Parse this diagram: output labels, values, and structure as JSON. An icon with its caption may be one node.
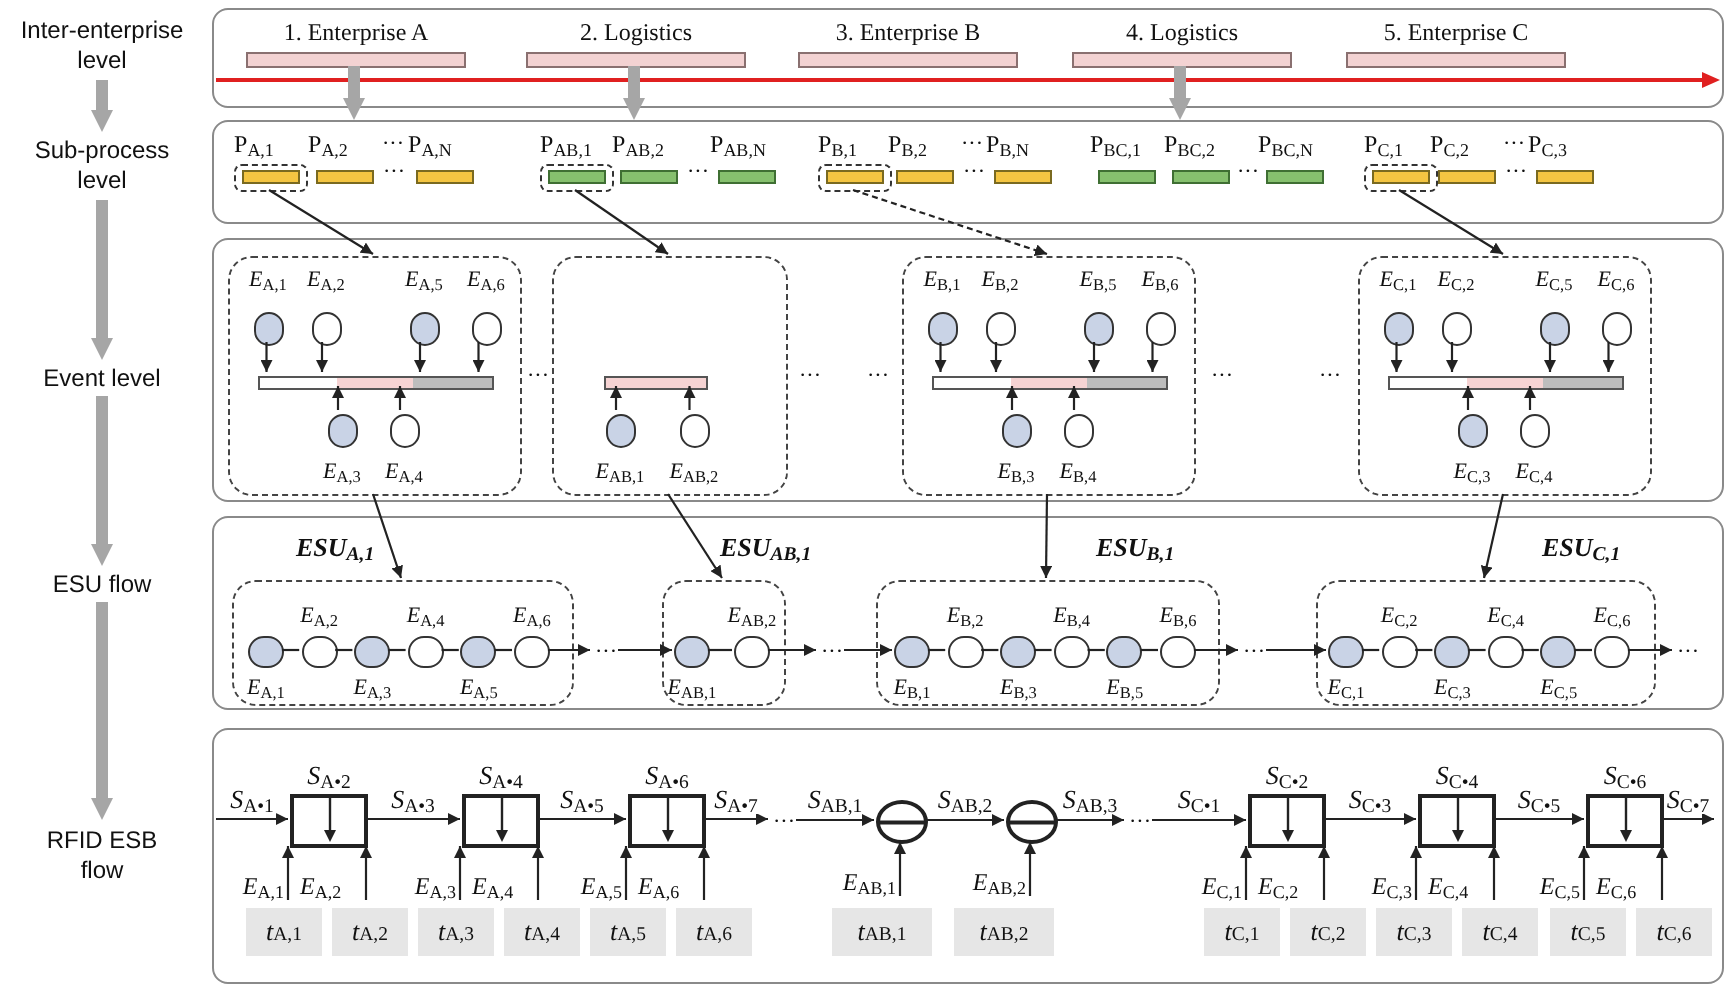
{
  "diagram": {
    "nodes": [
      {
        "text": [
          "Inter-enterprise level"
        ]
      },
      {
        "text": [
          "Sub-process level"
        ]
      },
      {
        "text": [
          "Event level"
        ]
      },
      {
        "text": [
          "ESU flow"
        ]
      },
      {
        "text": [
          "RFID ESB flow"
        ]
      },
      {
        "text": [],
        "shape": "box"
      },
      {
        "text": [],
        "shape": "box"
      },
      {
        "text": [],
        "shape": "box"
      },
      {
        "text": [],
        "shape": "box"
      },
      {
        "text": [],
        "shape": "box"
      },
      {
        "text": [
          "1. Enterprise A"
        ],
        "in": 5
      },
      {
        "text": [
          "2. Logistics"
        ],
        "in": 5
      },
      {
        "text": [
          "3. Enterprise B"
        ],
        "in": 5
      },
      {
        "text": [
          "4. Logistics"
        ],
        "in": 5
      },
      {
        "text": [
          "5. Enterprise C"
        ],
        "in": 5
      },
      {
        "text": [
          "P$_{A,1}$"
        ],
        "in": 6
      },
      {
        "text": [
          "P$_{A,2}$"
        ],
        "in": 6
      },
      {
        "text": [
          "P$_{A,N}$"
        ],
        "in": 6
      },
      {
        "text": [
          "P$_{AB,1}$"
        ],
        "in": 6
      },
      {
        "text": [
          "P$_{AB,2}$"
        ],
        "in": 6
      },
      {
        "text": [
          "P$_{AB,N}$"
        ],
        "in": 6
      },
      {
        "text": [
          "P$_{B,1}$"
        ],
        "in": 6
      },
      {
        "text": [
          "P$_{B,2}$"
        ],
        "in": 6
      },
      {
        "text": [
          "P$_{B,N}$"
        ],
        "in": 6
      },
      {
        "text": [
          "P$_{BC,1}$"
        ],
        "in": 6
      },
      {
        "text": [
          "P$_{BC,2}$"
        ],
        "in": 6
      },
      {
        "text": [
          "P$_{BC,N}$"
        ],
        "in": 6
      },
      {
        "text": [
          "P$_{C,1}$"
        ],
        "in": 6
      },
      {
        "text": [
          "P$_{C,2}$"
        ],
        "in": 6
      },
      {
        "text": [
          "P$_{C,3}$"
        ],
        "in": 6
      },
      {
        "text": [],
        "shape": "box",
        "in": 7
      },
      {
        "text": [
          "*E*$_{A,1}$"
        ],
        "in": 30
      },
      {
        "text": [
          "*E*$_{A,2}$"
        ],
        "in": 30
      },
      {
        "text": [
          "*E*$_{A,5}$"
        ],
        "in": 30
      },
      {
        "text": [
          "*E*$_{A,6}$"
        ],
        "in": 30
      },
      {
        "text": [],
        "shape": "bar",
        "in": 30
      },
      {
        "text": [
          "*E*$_{A,3}$"
        ],
        "in": 30
      },
      {
        "text": [
          "*E*$_{A,4}$"
        ],
        "in": 30
      },
      {
        "text": [],
        "shape": "box",
        "in": 7
      },
      {
        "text": [],
        "shape": "bar",
        "in": 38
      },
      {
        "text": [
          "*E*$_{AB,1}$"
        ],
        "in": 38
      },
      {
        "text": [
          "*E*$_{AB,2}$"
        ],
        "in": 38
      },
      {
        "text": [],
        "shape": "box",
        "in": 7
      },
      {
        "text": [
          "*E*$_{B,1}$"
        ],
        "in": 42
      },
      {
        "text": [
          "*E*$_{B,2}$"
        ],
        "in": 42
      },
      {
        "text": [
          "*E*$_{B,5}$"
        ],
        "in": 42
      },
      {
        "text": [
          "*E*$_{B,6}$"
        ],
        "in": 42
      },
      {
        "text": [],
        "shape": "bar",
        "in": 42
      },
      {
        "text": [
          "*E*$_{B,3}$"
        ],
        "in": 42
      },
      {
        "text": [
          "*E*$_{B,4}$"
        ],
        "in": 42
      },
      {
        "text": [],
        "shape": "box",
        "in": 7
      },
      {
        "text": [
          "*E*$_{C,1}$"
        ],
        "in": 50
      },
      {
        "text": [
          "*E*$_{C,2}$"
        ],
        "in": 50
      },
      {
        "text": [
          "*E*$_{C,5}$"
        ],
        "in": 50
      },
      {
        "text": [
          "*E*$_{C,6}$"
        ],
        "in": 50
      },
      {
        "text": [],
        "shape": "bar",
        "in": 50
      },
      {
        "text": [
          "*E*$_{C,3}$"
        ],
        "in": 50
      },
      {
        "text": [
          "*E*$_{C,4}$"
        ],
        "in": 50
      },
      {
        "text": [
          "ESU$_{A,1}$"
        ],
        "in": 8
      },
      {
        "text": [
          "*E*$_{A,1}$"
        ],
        "in": 58
      },
      {
        "text": [
          "*E*$_{A,2}$"
        ],
        "in": 58
      },
      {
        "text": [
          "*E*$_{A,3}$"
        ],
        "in": 58
      },
      {
        "text": [
          "*E*$_{A,4}$"
        ],
        "in": 58
      },
      {
        "text": [
          "*E*$_{A,5}$"
        ],
        "in": 58
      },
      {
        "text": [
          "*E*$_{A,6}$"
        ],
        "in": 58
      },
      {
        "text": [
          "ESU$_{AB,1}$"
        ],
        "in": 8
      },
      {
        "text": [
          "*E*$_{AB,1}$"
        ],
        "in": 65
      },
      {
        "text": [
          "*E*$_{AB,2}$"
        ],
        "in": 65
      },
      {
        "text": [
          "ESU$_{B,1}$"
        ],
        "in": 8
      },
      {
        "text": [
          "*E*$_{B,1}$"
        ],
        "in": 68
      },
      {
        "text": [
          "*E*$_{B,2}$"
        ],
        "in": 68
      },
      {
        "text": [
          "*E*$_{B,3}$"
        ],
        "in": 68
      },
      {
        "text": [
          "*E*$_{B,4}$"
        ],
        "in": 68
      },
      {
        "text": [
          "*E*$_{B,5}$"
        ],
        "in": 68
      },
      {
        "text": [
          "*E*$_{B,6}$"
        ],
        "in": 68
      },
      {
        "text": [
          "ESU$_{C,1}$"
        ],
        "in": 8
      },
      {
        "text": [
          "*E*$_{C,1}$"
        ],
        "in": 75
      },
      {
        "text": [
          "*E*$_{C,2}$"
        ],
        "in": 75
      },
      {
        "text": [
          "*E*$_{C,3}$"
        ],
        "in": 75
      },
      {
        "text": [
          "*E*$_{C,4}$"
        ],
        "in": 75
      },
      {
        "text": [
          "*E*$_{C,5}$"
        ],
        "in": 75
      },
      {
        "text": [
          "*E*$_{C,6}$"
        ],
        "in": 75
      },
      {
        "text": [],
        "shape": "box",
        "in": 9,
        "beside": [
          "*S*$_{A•2}$"
        ]
      },
      {
        "text": [
          "*E*$_{A,1}$"
        ],
        "in": 9
      },
      {
        "text": [
          "*E*$_{A,2}$"
        ],
        "in": 9
      },
      {
        "text": [],
        "shape": "box",
        "in": 9,
        "beside": [
          "*S*$_{A•4}$"
        ]
      },
      {
        "text": [
          "*E*$_{A,3}$"
        ],
        "in": 9
      },
      {
        "text": [
          "*E*$_{A,4}$"
        ],
        "in": 9
      },
      {
        "text": [],
        "shape": "box",
        "in": 9,
        "beside": [
          "*S*$_{A•6}$"
        ]
      },
      {
        "text": [
          "*E*$_{A,5}$"
        ],
        "in": 9
      },
      {
        "text": [
          "*E*$_{A,6}$"
        ],
        "in": 9
      },
      {
        "text": [],
        "shape": "ellipse",
        "in": 9
      },
      {
        "text": [
          "*E*$_{AB,1}$"
        ],
        "in": 9
      },
      {
        "text": [],
        "shape": "ellipse",
        "in": 9
      },
      {
        "text": [
          "*E*$_{AB,2}$"
        ],
        "in": 9
      },
      {
        "text": [],
        "shape": "box",
        "in": 9,
        "beside": [
          "*S*$_{C•2}$"
        ]
      },
      {
        "text": [
          "*E*$_{C,1}$"
        ],
        "in": 9
      },
      {
        "text": [
          "*E*$_{C,2}$"
        ],
        "in": 9
      },
      {
        "text": [],
        "shape": "box",
        "in": 9,
        "beside": [
          "*S*$_{C•4}$"
        ]
      },
      {
        "text": [
          "*E*$_{C,3}$"
        ],
        "in": 9
      },
      {
        "text": [
          "*E*$_{C,4}$"
        ],
        "in": 9
      },
      {
        "text": [],
        "shape": "box",
        "in": 9,
        "beside": [
          "*S*$_{C•6}$"
        ]
      },
      {
        "text": [
          "*E*$_{C,5}$"
        ],
        "in": 9
      },
      {
        "text": [
          "*E*$_{C,6}$"
        ],
        "in": 9
      },
      {
        "text": [
          "···"
        ],
        "in": 8
      },
      {
        "text": [
          "···"
        ],
        "in": 8
      },
      {
        "text": [
          "···"
        ],
        "in": 8
      },
      {
        "text": [
          "···"
        ],
        "in": 8
      },
      {
        "text": [
          "···"
        ],
        "in": 9
      },
      {
        "text": [
          "···"
        ],
        "in": 9
      }
    ],
    "edges": [
      {
        "from": 0,
        "to": 1,
        "arrow": "to",
        "style": "thick",
        "color": "#a6a6a6"
      },
      {
        "from": 1,
        "to": 2,
        "arrow": "to",
        "style": "thick",
        "color": "#a6a6a6"
      },
      {
        "from": 2,
        "to": 3,
        "arrow": "to",
        "style": "thick",
        "color": "#a6a6a6"
      },
      {
        "from": 3,
        "to": 4,
        "arrow": "to",
        "style": "thick",
        "color": "#a6a6a6"
      },
      {
        "from": 10,
        "to": 6,
        "arrow": "to",
        "style": "thick",
        "color": "#a6a6a6"
      },
      {
        "from": 11,
        "to": 6,
        "arrow": "to",
        "style": "thick",
        "color": "#a6a6a6"
      },
      {
        "from": 13,
        "to": 6,
        "arrow": "to",
        "style": "thick",
        "color": "#a6a6a6"
      },
      {
        "from": 15,
        "to": 30,
        "arrow": "to"
      },
      {
        "from": 18,
        "to": 38,
        "arrow": "to"
      },
      {
        "from": 21,
        "to": 42,
        "arrow": "to",
        "style": "dashed"
      },
      {
        "from": 27,
        "to": 50,
        "arrow": "to"
      },
      {
        "from": 31,
        "to": 35,
        "arrow": "to"
      },
      {
        "from": 32,
        "to": 35,
        "arrow": "to"
      },
      {
        "from": 33,
        "to": 35,
        "arrow": "to"
      },
      {
        "from": 34,
        "to": 35,
        "arrow": "to"
      },
      {
        "from": 36,
        "to": 35,
        "arrow": "to"
      },
      {
        "from": 37,
        "to": 35,
        "arrow": "to"
      },
      {
        "from": 40,
        "to": 39,
        "arrow": "to"
      },
      {
        "from": 41,
        "to": 39,
        "arrow": "to"
      },
      {
        "from": 43,
        "to": 47,
        "arrow": "to"
      },
      {
        "from": 44,
        "to": 47,
        "arrow": "to"
      },
      {
        "from": 45,
        "to": 47,
        "arrow": "to"
      },
      {
        "from": 46,
        "to": 47,
        "arrow": "to"
      },
      {
        "from": 48,
        "to": 47,
        "arrow": "to"
      },
      {
        "from": 49,
        "to": 47,
        "arrow": "to"
      },
      {
        "from": 51,
        "to": 55,
        "arrow": "to"
      },
      {
        "from": 52,
        "to": 55,
        "arrow": "to"
      },
      {
        "from": 53,
        "to": 55,
        "arrow": "to"
      },
      {
        "from": 54,
        "to": 55,
        "arrow": "to"
      },
      {
        "from": 56,
        "to": 55,
        "arrow": "to"
      },
      {
        "from": 57,
        "to": 55,
        "arrow": "to"
      },
      {
        "from": 30,
        "to": 58,
        "arrow": "to"
      },
      {
        "from": 38,
        "to": 65,
        "arrow": "to"
      },
      {
        "from": 42,
        "to": 68,
        "arrow": "to"
      },
      {
        "from": 50,
        "to": 75,
        "arrow": "to"
      },
      {
        "from": 59,
        "to": 60,
        "arrow": "none"
      },
      {
        "from": 60,
        "to": 61,
        "arrow": "none"
      },
      {
        "from": 61,
        "to": 62,
        "arrow": "none"
      },
      {
        "from": 62,
        "to": 63,
        "arrow": "none"
      },
      {
        "from": 63,
        "to": 64,
        "arrow": "none"
      },
      {
        "from": 64,
        "to": 104,
        "arrow": "to"
      },
      {
        "from": 104,
        "to": 66,
        "arrow": "to"
      },
      {
        "from": 66,
        "to": 67,
        "arrow": "none"
      },
      {
        "from": 67,
        "to": 105,
        "arrow": "to"
      },
      {
        "from": 105,
        "to": 69,
        "arrow": "to"
      },
      {
        "from": 69,
        "to": 70,
        "arrow": "none"
      },
      {
        "from": 70,
        "to": 71,
        "arrow": "none"
      },
      {
        "from": 71,
        "to": 72,
        "arrow": "none"
      },
      {
        "from": 72,
        "to": 73,
        "arrow": "none"
      },
      {
        "from": 73,
        "to": 74,
        "arrow": "none"
      },
      {
        "from": 74,
        "to": 106,
        "arrow": "to"
      },
      {
        "from": 106,
        "to": 76,
        "arrow": "to"
      },
      {
        "from": 76,
        "to": 77,
        "arrow": "none"
      },
      {
        "from": 77,
        "to": 78,
        "arrow": "none"
      },
      {
        "from": 78,
        "to": 79,
        "arrow": "none"
      },
      {
        "from": 79,
        "to": 80,
        "arrow": "none"
      },
      {
        "from": 80,
        "to": 81,
        "arrow": "none"
      },
      {
        "from": 81,
        "to": 107,
        "arrow": "to"
      },
      {
        "from": null,
        "to": 82,
        "arrow": "to",
        "label": "*S*$_{A•1}$"
      },
      {
        "from": 82,
        "to": 85,
        "arrow": "to",
        "label": "*S*$_{A•3}$"
      },
      {
        "from": 85,
        "to": 88,
        "arrow": "to",
        "label": "*S*$_{A•5}$"
      },
      {
        "from": 88,
        "to": 108,
        "arrow": "to",
        "label": "*S*$_{A•7}$"
      },
      {
        "from": 108,
        "to": 91,
        "arrow": "to",
        "label": "*S*$_{AB,1}$"
      },
      {
        "from": 91,
        "to": 93,
        "arrow": "to",
        "label": "*S*$_{AB,2}$"
      },
      {
        "from": 93,
        "to": 109,
        "arrow": "to",
        "label": "*S*$_{AB,3}$"
      },
      {
        "from": 109,
        "to": 95,
        "arrow": "to",
        "label": "*S*$_{C•1}$"
      },
      {
        "from": 95,
        "to": 98,
        "arrow": "to",
        "label": "*S*$_{C•3}$"
      },
      {
        "from": 98,
        "to": 101,
        "arrow": "to",
        "label": "*S*$_{C•5}$"
      },
      {
        "from": 101,
        "to": null,
        "arrow": "to",
        "label": "*S*$_{C•7}$"
      },
      {
        "from": 83,
        "to": 82,
        "arrow": "to"
      },
      {
        "from": 84,
        "to": 82,
        "arrow": "to"
      },
      {
        "from": 86,
        "to": 85,
        "arrow": "to"
      },
      {
        "from": 87,
        "to": 85,
        "arrow": "to"
      },
      {
        "from": 89,
        "to": 88,
        "arrow": "to"
      },
      {
        "from": 90,
        "to": 88,
        "arrow": "to"
      },
      {
        "from": 92,
        "to": 91,
        "arrow": "to"
      },
      {
        "from": 94,
        "to": 93,
        "arrow": "to"
      },
      {
        "from": 96,
        "to": 95,
        "arrow": "to"
      },
      {
        "from": 97,
        "to": 95,
        "arrow": "to"
      },
      {
        "from": 99,
        "to": 98,
        "arrow": "to"
      },
      {
        "from": 100,
        "to": 98,
        "arrow": "to"
      },
      {
        "from": 102,
        "to": 101,
        "arrow": "to"
      },
      {
        "from": 103,
        "to": 101,
        "arrow": "to"
      }
    ],
    "labels": [
      "···",
      "···",
      "···",
      "···",
      "···",
      "···",
      "···",
      "···",
      "···",
      "···",
      "···",
      "···",
      "···",
      "*t*$_{A,1}$",
      "*t*$_{A,2}$",
      "*t*$_{A,3}$",
      "*t*$_{A,4}$",
      "*t*$_{A,5}$",
      "*t*$_{A,6}$",
      "*t*$_{AB,1}$",
      "*t*$_{AB,2}$",
      "*t*$_{C,1}$",
      "*t*$_{C,2}$",
      "*t*$_{C,3}$",
      "*t*$_{C,4}$",
      "*t*$_{C,5}$",
      "*t*$_{C,6}$"
    ]
  }
}
